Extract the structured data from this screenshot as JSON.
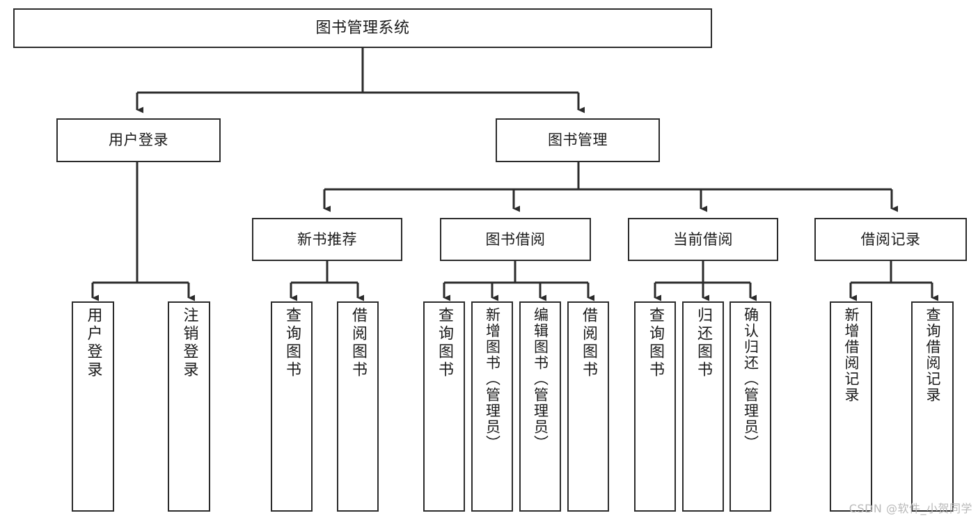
{
  "diagram": {
    "title": "图书管理系统",
    "type": "tree",
    "colors": {
      "border": "#2b2b2b",
      "background": "#ffffff",
      "text": "#1a1a1a",
      "edge": "#2b2b2b",
      "watermark": "#b9b9b9"
    },
    "watermark": "CSDN @软件_小贺同学",
    "levels": {
      "root": {
        "label": "图书管理系统"
      },
      "level2": [
        {
          "id": "user-login",
          "label": "用户登录"
        },
        {
          "id": "book-manage",
          "label": "图书管理"
        }
      ],
      "level3": [
        {
          "id": "new-book-recommend",
          "label": "新书推荐",
          "parent": "book-manage"
        },
        {
          "id": "book-borrow",
          "label": "图书借阅",
          "parent": "book-manage"
        },
        {
          "id": "current-borrow",
          "label": "当前借阅",
          "parent": "book-manage"
        },
        {
          "id": "borrow-record",
          "label": "借阅记录",
          "parent": "book-manage"
        }
      ],
      "leaves": [
        {
          "id": "leaf-user-login",
          "label": "用户登录",
          "parent": "user-login"
        },
        {
          "id": "leaf-logout",
          "label": "注销登录",
          "parent": "user-login"
        },
        {
          "id": "leaf-query-book-1",
          "label": "查询图书",
          "parent": "new-book-recommend"
        },
        {
          "id": "leaf-borrow-book-1",
          "label": "借阅图书",
          "parent": "new-book-recommend"
        },
        {
          "id": "leaf-query-book-2",
          "label": "查询图书",
          "parent": "book-borrow"
        },
        {
          "id": "leaf-add-book",
          "label": "新增图书（管理员）",
          "parent": "book-borrow"
        },
        {
          "id": "leaf-edit-book",
          "label": "编辑图书（管理员）",
          "parent": "book-borrow"
        },
        {
          "id": "leaf-borrow-book-2",
          "label": "借阅图书",
          "parent": "book-borrow"
        },
        {
          "id": "leaf-query-book-3",
          "label": "查询图书",
          "parent": "current-borrow"
        },
        {
          "id": "leaf-return-book",
          "label": "归还图书",
          "parent": "current-borrow"
        },
        {
          "id": "leaf-confirm-return",
          "label": "确认归还（管理员）",
          "parent": "current-borrow"
        },
        {
          "id": "leaf-add-record",
          "label": "新增借阅记录",
          "parent": "borrow-record"
        },
        {
          "id": "leaf-query-record",
          "label": "查询借阅记录",
          "parent": "borrow-record"
        }
      ]
    }
  }
}
